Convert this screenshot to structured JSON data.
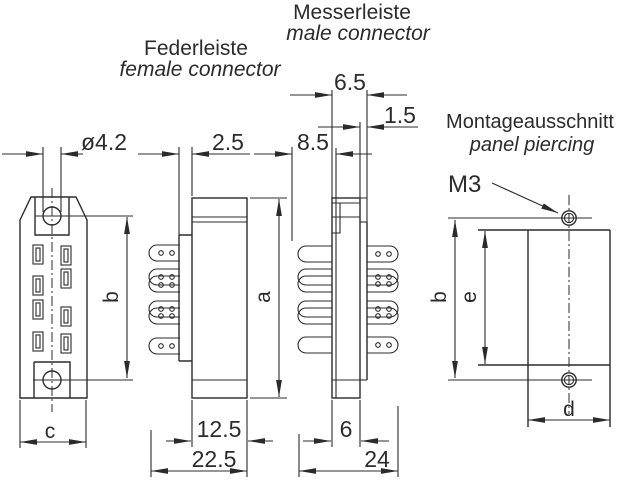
{
  "labels": {
    "female": {
      "de": "Federleiste",
      "en": "female connector"
    },
    "male": {
      "de": "Messerleiste",
      "en": "male connector"
    },
    "panel": {
      "de": "Montageausschnitt",
      "en": "panel piercing"
    }
  },
  "dims": {
    "hole_diameter": "ø4.2",
    "flange_thickness": "2.5",
    "male_front_depth": "8.5",
    "male_top_width": "6.5",
    "panel_offset": "1.5",
    "female_body_depth": "12.5",
    "female_overall_depth": "22.5",
    "male_body_depth": "6",
    "male_overall_depth": "24",
    "thread": "M3"
  },
  "refs": {
    "a": "a",
    "b": "b",
    "c": "c",
    "d": "d",
    "e": "e"
  },
  "colors": {
    "line": "#2b2b2b",
    "background": "#ffffff"
  }
}
